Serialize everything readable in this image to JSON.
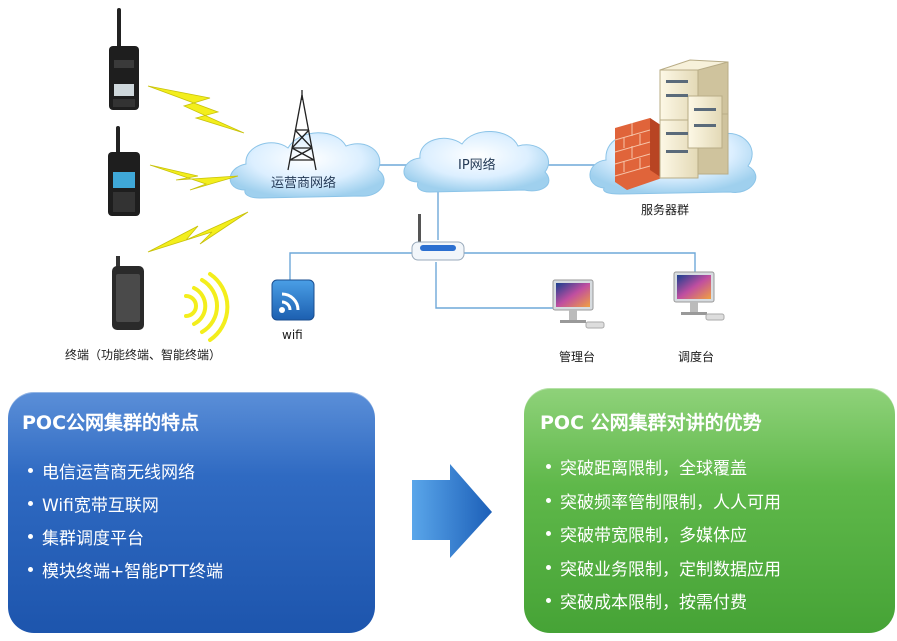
{
  "diagram": {
    "terminals_label": "终端（功能终端、智能终端）",
    "carrier_cloud_label": "运营商网络",
    "ip_cloud_label": "IP网络",
    "server_label": "服务器群",
    "wifi_label": "wifi",
    "console_mgmt_label": "管理台",
    "console_dispatch_label": "调度台"
  },
  "features": {
    "title": "POC公网集群的特点",
    "items": [
      "电信运营商无线网络",
      "Wifi宽带互联网",
      "集群调度平台",
      "模块终端+智能PTT终端"
    ]
  },
  "advantages": {
    "title": "POC 公网集群对讲的优势",
    "items": [
      "突破距离限制，全球覆盖",
      "突破频率管制限制，人人可用",
      "突破带宽限制，多媒体应",
      "突破业务限制，定制数据应用",
      "突破成本限制，按需付费"
    ]
  },
  "colors": {
    "features_panel": "#2f6ac2",
    "advantages_panel": "#5fb84a",
    "arrow": "#2b74c8",
    "lightning": "#f3ee1c",
    "cloud": "#bfe0f5"
  }
}
